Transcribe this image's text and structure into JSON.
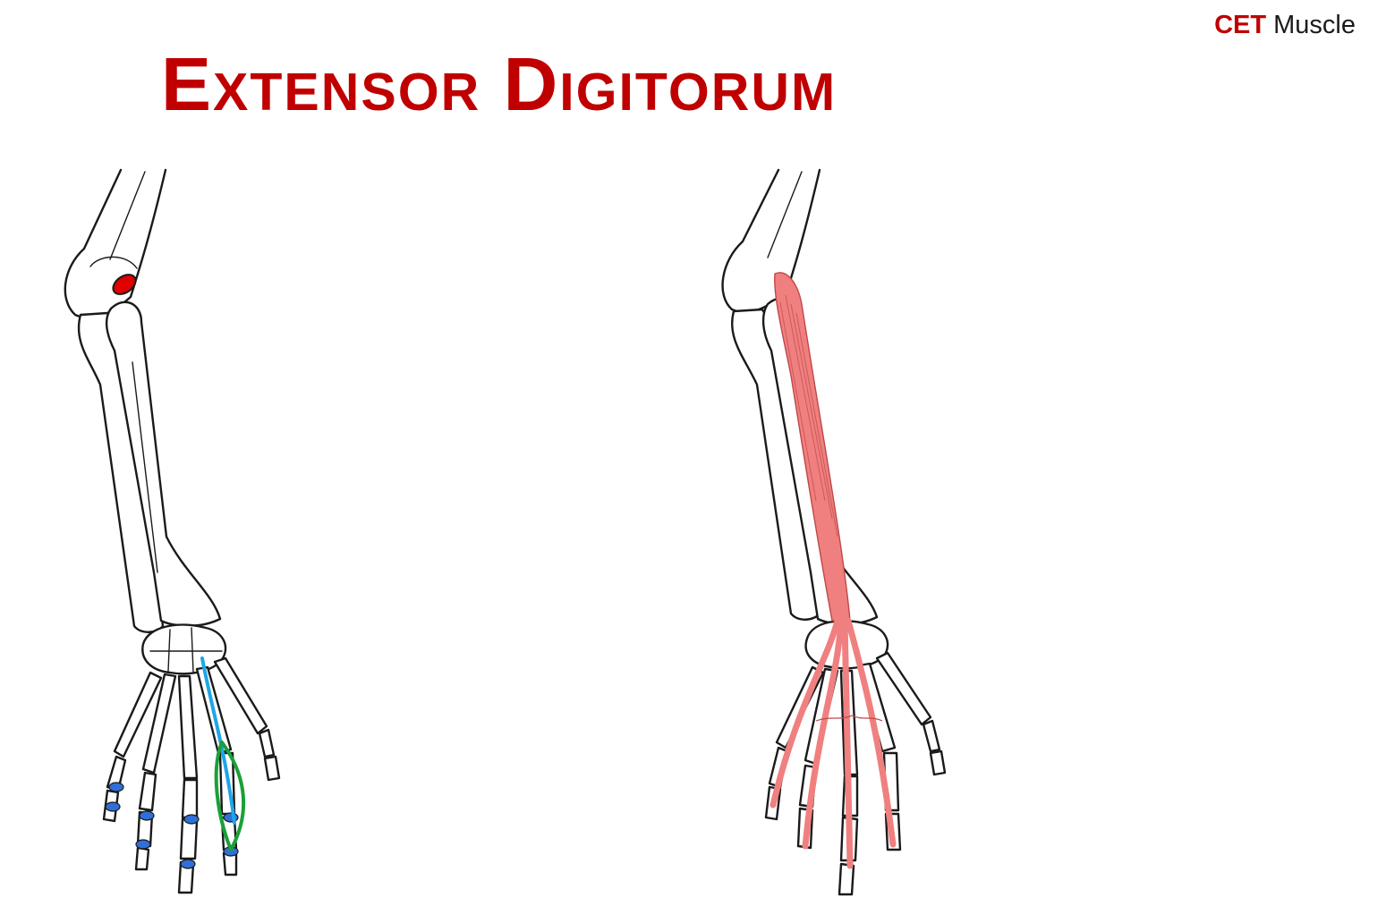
{
  "header": {
    "title": "Extensor Digitorum",
    "brand_accent": "CET",
    "brand_rest": "Muscle"
  },
  "colors": {
    "title": "#c00000",
    "origin_marker": "#e00000",
    "insertion_marker": "#2f6fd8",
    "tendon_line": "#1fa5e8",
    "tendon_outline": "#1aa037",
    "muscle": "#f08080"
  },
  "figures": {
    "left": "skeleton-with-attachments",
    "right": "skeleton-with-muscle"
  }
}
